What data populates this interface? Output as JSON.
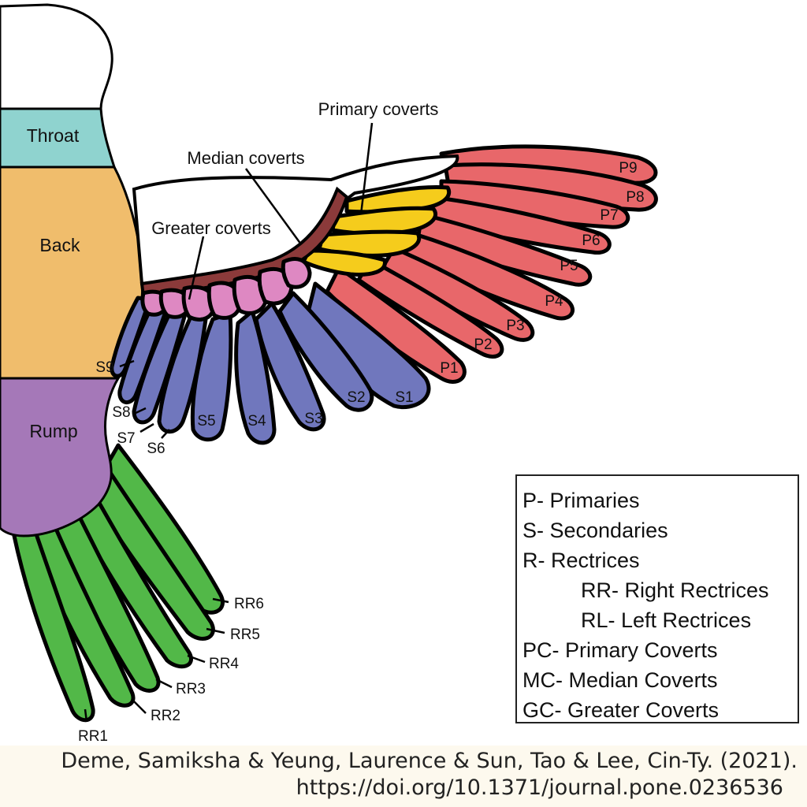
{
  "labels": {
    "throat": "Throat",
    "back": "Back",
    "rump": "Rump",
    "primary_coverts": "Primary coverts",
    "median_coverts": "Median coverts",
    "greater_coverts": "Greater coverts",
    "primaries": [
      "P1",
      "P2",
      "P3",
      "P4",
      "P5",
      "P6",
      "P7",
      "P8",
      "P9"
    ],
    "secondaries": [
      "S1",
      "S2",
      "S3",
      "S4",
      "S5",
      "S6",
      "S7",
      "S8",
      "S9"
    ],
    "rectrices": [
      "RR1",
      "RR2",
      "RR3",
      "RR4",
      "RR5",
      "RR6"
    ]
  },
  "legend": {
    "items": [
      "P- Primaries",
      "S- Secondaries",
      "R- Rectrices",
      "RR- Right Rectrices",
      "RL- Left Rectrices",
      "PC- Primary Coverts",
      "MC- Median Coverts",
      "GC- Greater Coverts"
    ]
  },
  "citation": {
    "authors": "Deme, Samiksha & Yeung, Laurence & Sun, Tao & Lee, Cin-Ty. (2021).",
    "doi": "https://doi.org/10.1371/journal.pone.0236536"
  },
  "colors": {
    "throat": "#8fd3cf",
    "back": "#f0bd6c",
    "rump": "#a578b8",
    "primaries": "#e8676a",
    "secondaries": "#7077bd",
    "primary_coverts": "#f5cc1c",
    "greater_coverts": "#de88c2",
    "median_coverts": "#8b3a3a",
    "rectrices": "#52b848",
    "head": "#ffffff"
  }
}
